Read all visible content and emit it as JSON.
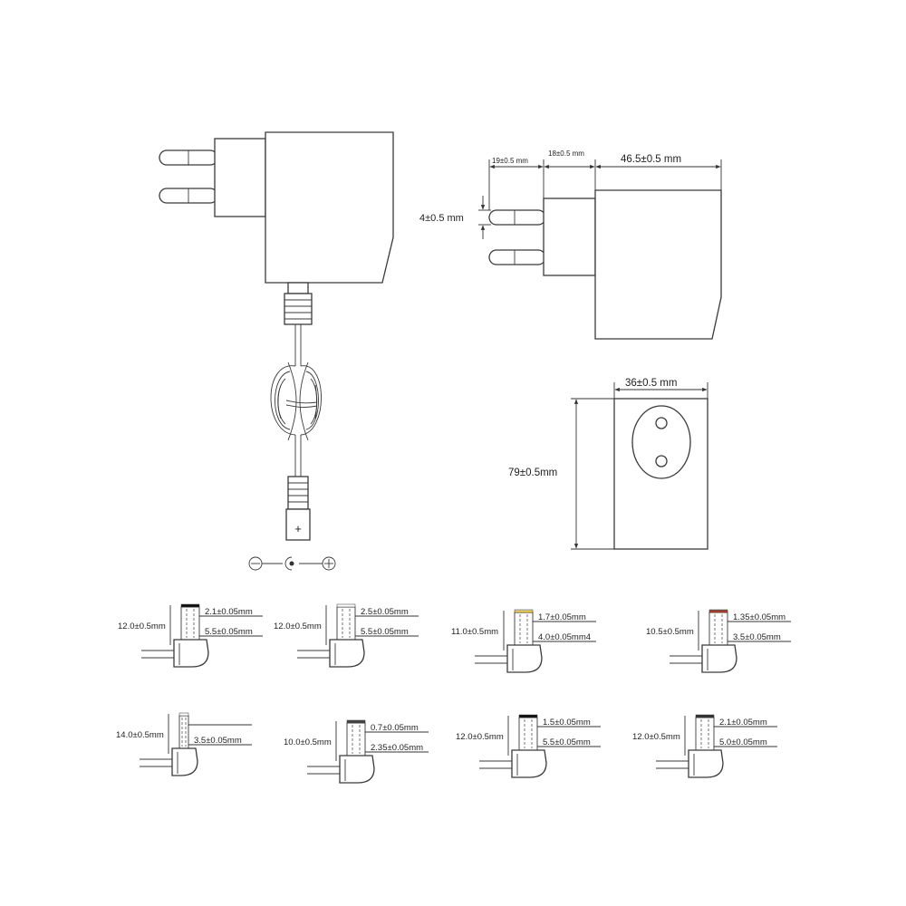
{
  "side_view": {
    "height_label": "4±0.5 mm",
    "pin_length_label": "19±0.5 mm",
    "plug_base_label": "18±0.5 mm",
    "body_depth_label": "46.5±0.5 mm"
  },
  "back_view": {
    "width_label": "36±0.5 mm",
    "height_label": "79±0.5mm"
  },
  "dc_plug": {
    "plus_label": "+"
  },
  "polarity": {
    "minus_symbol": "⊖",
    "plus_symbol": "⊕"
  },
  "tips": [
    {
      "length": "12.0±0.5mm",
      "inner": "2.1±0.05mm",
      "outer": "5.5±0.05mm",
      "accent": "#111111"
    },
    {
      "length": "12.0±0.5mm",
      "inner": "2.5±0.05mm",
      "outer": "5.5±0.05mm",
      "accent": "#ffffff"
    },
    {
      "length": "11.0±0.5mm",
      "inner": "1.7±0.05mm",
      "outer": "4.0±0.05mm4",
      "accent": "#f2d64a"
    },
    {
      "length": "10.5±0.5mm",
      "inner": "1.35±0.05mm",
      "outer": "3.5±0.05mm",
      "accent": "#c0392b"
    },
    {
      "length": "14.0±0.5mm",
      "inner": "",
      "outer": "3.5±0.05mm",
      "accent": "#ffffff"
    },
    {
      "length": "10.0±0.5mm",
      "inner": "0.7±0.05mm",
      "outer": "2.35±0.05mm",
      "accent": "#444444"
    },
    {
      "length": "12.0±0.5mm",
      "inner": "1.5±0.05mm",
      "outer": "5.5±0.05mm",
      "accent": "#111111"
    },
    {
      "length": "12.0±0.5mm",
      "inner": "2.1±0.05mm",
      "outer": "5.0±0.05mm",
      "accent": "#333333"
    }
  ]
}
